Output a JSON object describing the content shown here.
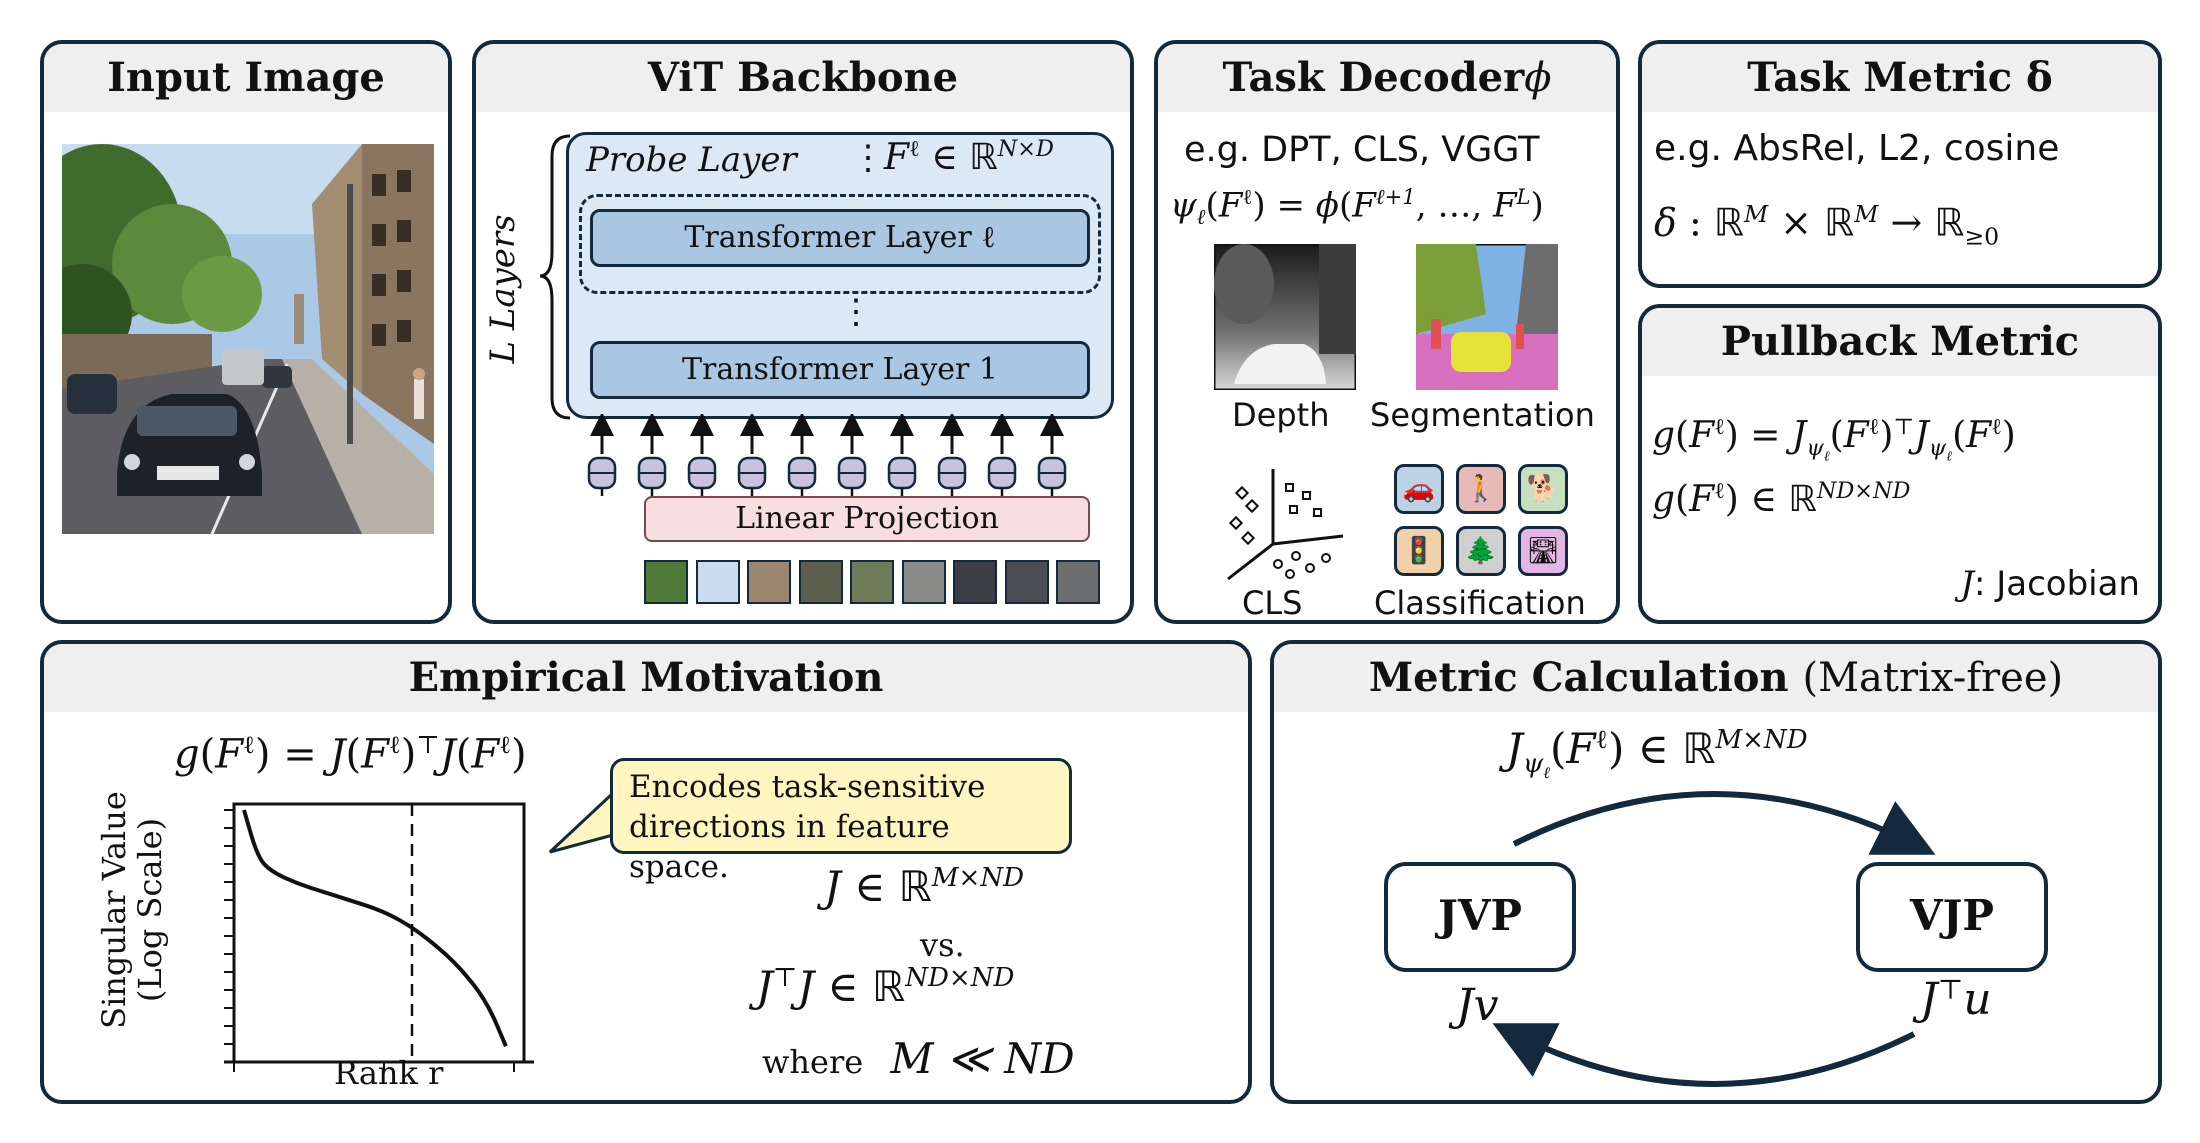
{
  "panels": {
    "input_image": {
      "title": "Input Image"
    },
    "vit_backbone": {
      "title": "ViT Backbone",
      "layers_label": "L Layers",
      "probe_layer_label": "Probe Layer",
      "probe_feature_math": "F^ℓ ∈ ℝ^{N×D}",
      "transformer_layer_l": "Transformer Layer ℓ",
      "transformer_layer_1": "Transformer Layer 1",
      "linear_projection": "Linear Projection"
    },
    "task_decoder": {
      "title": "Task Decoder",
      "title_symbol": "ϕ",
      "examples": "e.g. DPT, CLS, VGGT",
      "formula": "ψ_ℓ(F^ℓ) = ϕ(F^{ℓ+1}, …, F^L)",
      "outputs": [
        "Depth",
        "Segmentation",
        "CLS",
        "Classification"
      ],
      "classification_icons": [
        {
          "name": "car-icon",
          "color": "#bcd3e6"
        },
        {
          "name": "pedestrian-icon",
          "color": "#e8b9b9"
        },
        {
          "name": "dog-icon",
          "color": "#c6e0bf"
        },
        {
          "name": "traffic-light-icon",
          "color": "#f0d1a9"
        },
        {
          "name": "tree-icon",
          "color": "#cfcfcf"
        },
        {
          "name": "road-icon",
          "color": "#e4b6e3"
        }
      ]
    },
    "task_metric": {
      "title": "Task Metric δ",
      "examples": "e.g. AbsRel, L2, cosine",
      "formula": "δ : ℝ^M × ℝ^M → ℝ_{≥0}"
    },
    "pullback_metric": {
      "title": "Pullback Metric",
      "formula_1": "g(F^ℓ) = J_{ψ_ℓ}(F^ℓ)^⊤ J_{ψ_ℓ}(F^ℓ)",
      "formula_2": "g(F^ℓ) ∈ ℝ^{ND×ND}",
      "jacobian_symbol": "J",
      "jacobian_note": ": Jacobian"
    },
    "empirical_motivation": {
      "title": "Empirical Motivation",
      "plot_formula": "g(F^ℓ) = J(F^ℓ)^⊤ J(F^ℓ)",
      "callout_line_1": "Encodes task-sensitive",
      "callout_line_2": "directions in feature space.",
      "math_1": "J ∈ ℝ^{M×ND}",
      "vs": "vs.",
      "math_2": "J^⊤J ∈ ℝ^{ND×ND}",
      "where": "where",
      "math_3": "M ≪ ND"
    },
    "metric_calculation": {
      "title": "Metric Calculation",
      "title_suffix": "(Matrix-free)",
      "formula": "J_{ψ_ℓ}(F^ℓ) ∈ ℝ^{M×ND}",
      "jvp_label": "JVP",
      "vjp_label": "VJP",
      "jvp_math": "Jv",
      "vjp_math": "J^⊤u"
    }
  },
  "chart_data": {
    "type": "line",
    "title": "",
    "xlabel": "Rank r",
    "ylabel": "Singular Value (Log Scale)",
    "y_scale": "log",
    "series": [
      {
        "values": [
          [
            0.0,
            1.0
          ],
          [
            0.05,
            0.81
          ],
          [
            0.1,
            0.75
          ],
          [
            0.2,
            0.7
          ],
          [
            0.3,
            0.665
          ],
          [
            0.4,
            0.63
          ],
          [
            0.5,
            0.595
          ],
          [
            0.6,
            0.54
          ],
          [
            0.7,
            0.46
          ],
          [
            0.8,
            0.36
          ],
          [
            0.9,
            0.22
          ],
          [
            0.97,
            0.04
          ]
        ]
      }
    ],
    "annotations": [
      "vertical dashed line at rank r"
    ],
    "grid": false
  }
}
